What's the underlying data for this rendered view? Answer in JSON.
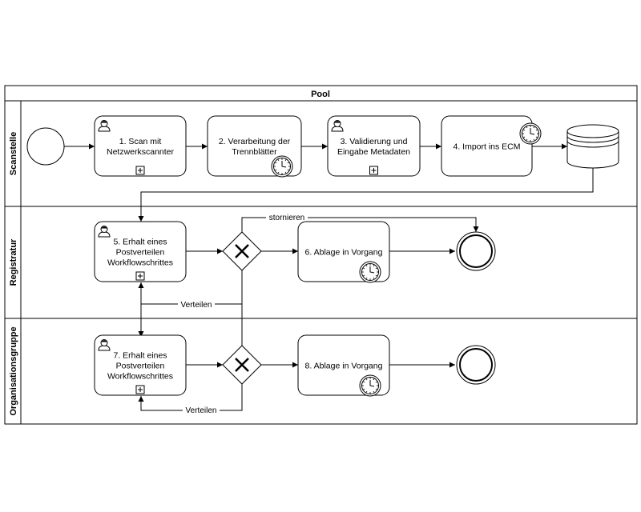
{
  "pool": {
    "title": "Pool"
  },
  "lanes": [
    {
      "label": "Scanstelle"
    },
    {
      "label": "Registratur"
    },
    {
      "label": "Organisationsgruppe"
    }
  ],
  "tasks": [
    {
      "lines": [
        "1. Scan mit",
        "Netzwerkscannter"
      ],
      "marker": "user-icon",
      "subprocess": true
    },
    {
      "lines": [
        "2. Verarbeitung der",
        "Trennblätter"
      ],
      "marker": "timer-icon",
      "subprocess": false
    },
    {
      "lines": [
        "3. Validierung und",
        "Eingabe Metadaten"
      ],
      "marker": "user-icon",
      "subprocess": true
    },
    {
      "lines": [
        "4. Import ins ECM"
      ],
      "marker": "timer-icon",
      "subprocess": false
    },
    {
      "lines": [
        "5. Erhalt eines",
        "Postverteilen",
        "Workflowschrittes"
      ],
      "marker": "user-icon",
      "subprocess": true
    },
    {
      "lines": [
        "6. Ablage in Vorgang"
      ],
      "marker": "timer-icon",
      "subprocess": false
    },
    {
      "lines": [
        "7. Erhalt eines",
        "Postverteilen",
        "Workflowschrittes"
      ],
      "marker": "user-icon",
      "subprocess": true
    },
    {
      "lines": [
        "8. Ablage in Vorgang"
      ],
      "marker": "timer-icon",
      "subprocess": false
    }
  ],
  "edge_labels": {
    "cancel": "stornieren",
    "distribute_registratur": "Verteilen",
    "distribute_organisation": "Verteilen"
  },
  "colors": {
    "stroke": "#000000",
    "fill": "#ffffff",
    "line": "#000000"
  }
}
